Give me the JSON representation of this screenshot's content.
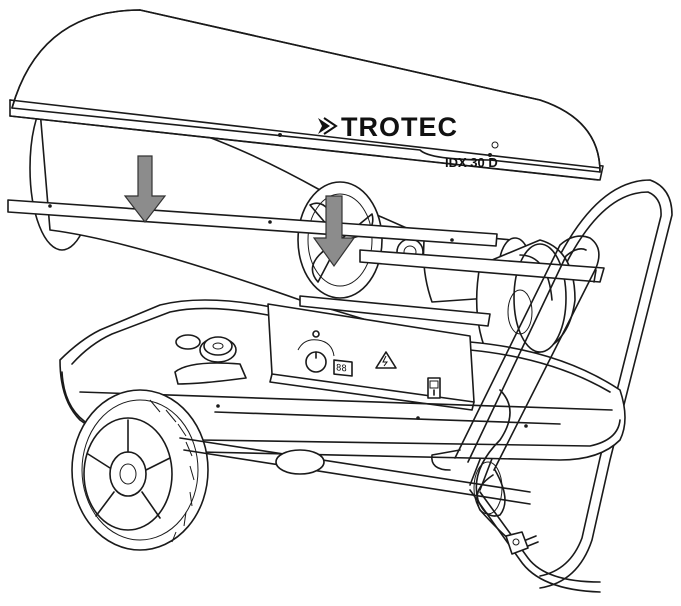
{
  "product": {
    "brand": "TROTEC",
    "model": "IDX 30 D",
    "display_digits": "88"
  },
  "colors": {
    "line": "#1a1a1a",
    "arrow_fill": "#8c8c8c",
    "background": "#ffffff"
  },
  "icons": [
    "trotec-logo-icon",
    "down-arrow-icon",
    "warning-triangle-icon",
    "power-switch-icon",
    "plug-icon"
  ]
}
